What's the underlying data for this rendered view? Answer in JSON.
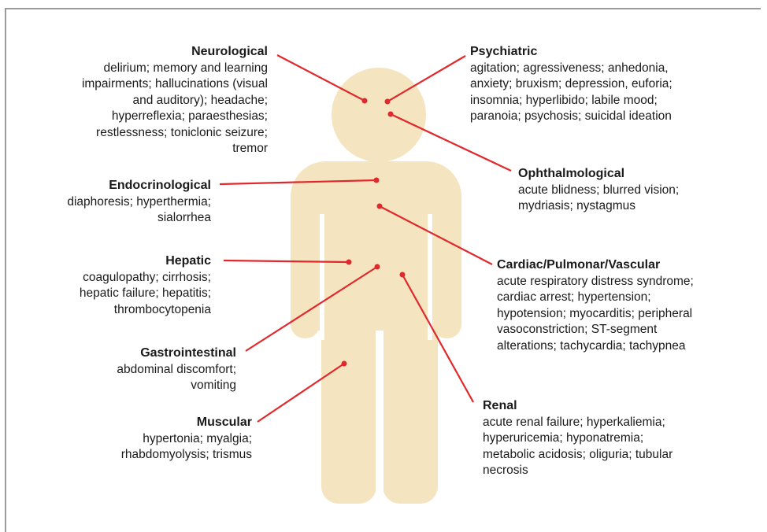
{
  "colors": {
    "body": "#f5e4c0",
    "connector": "#e0292c",
    "frame": "#9a9a9a"
  },
  "systems": [
    {
      "id": "neurological",
      "title": "Neurological",
      "description": "delirium; memory and learning\nimpairments; hallucinations (visual\nand auditory); headache;\nhyperreflexia; paraesthesias;\nrestlessness; toniclonic seizure;\ntremor"
    },
    {
      "id": "psychiatric",
      "title": "Psychiatric",
      "description": "agitation; agressiveness; anhedonia,\nanxiety; bruxism; depression, euforia;\ninsomnia; hyperlibido; labile mood;\nparanoia; psychosis; suicidal ideation"
    },
    {
      "id": "ophthalmological",
      "title": "Ophthalmological",
      "description": "acute blidness; blurred vision;\nmydriasis; nystagmus"
    },
    {
      "id": "endocrinological",
      "title": "Endocrinological",
      "description": "diaphoresis; hyperthermia;\nsialorrhea"
    },
    {
      "id": "hepatic",
      "title": "Hepatic",
      "description": "coagulopathy; cirrhosis;\nhepatic failure; hepatitis;\nthrombocytopenia"
    },
    {
      "id": "cardiac",
      "title": "Cardiac/Pulmonar/Vascular",
      "description": "acute respiratory distress syndrome;\ncardiac arrest; hypertension;\nhypotension; myocarditis; peripheral\nvasoconstriction; ST-segment\nalterations; tachycardia; tachypnea"
    },
    {
      "id": "gastrointestinal",
      "title": "Gastrointestinal",
      "description": "abdominal discomfort;\nvomiting"
    },
    {
      "id": "renal",
      "title": "Renal",
      "description": "acute renal failure; hyperkaliemia;\nhyperuricemia;  hyponatremia;\nmetabolic acidosis; oliguria; tubular\nnecrosis"
    },
    {
      "id": "muscular",
      "title": "Muscular",
      "description": "hypertonia; myalgia;\nrhabdomyolysis; trismus"
    }
  ]
}
